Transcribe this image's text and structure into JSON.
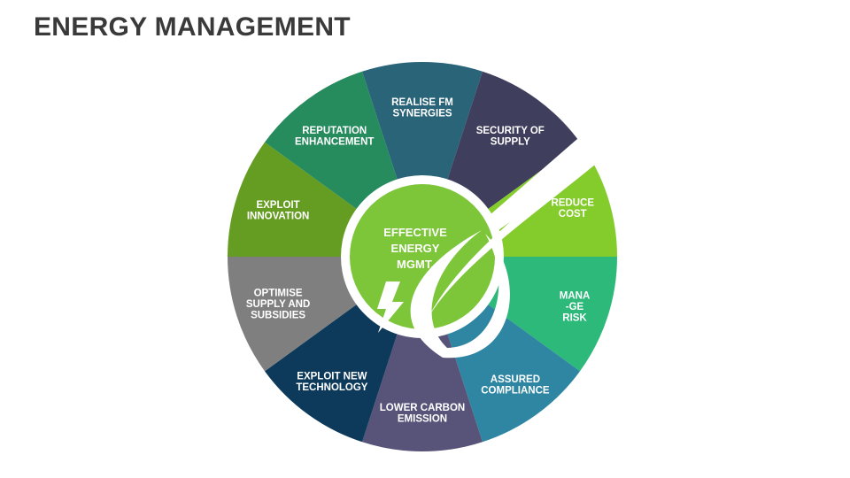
{
  "title": "ENERGY MANAGEMENT",
  "center": {
    "lines": [
      "EFFECTIVE",
      "ENERGY",
      "MGMT."
    ],
    "color": "#7DC63A"
  },
  "segments": [
    {
      "name": "realise-fm-synergies",
      "lines": [
        "REALISE FM",
        "SYNERGIES"
      ],
      "color": "#2A6478"
    },
    {
      "name": "security-of-supply",
      "lines": [
        "SECURITY OF",
        "SUPPLY"
      ],
      "color": "#3F3F5D"
    },
    {
      "name": "reduce-cost",
      "lines": [
        "REDUCE",
        "COST"
      ],
      "color": "#84CC2B"
    },
    {
      "name": "manage-risk",
      "lines": [
        "MANA",
        "-GE",
        "RISK"
      ],
      "color": "#2CB97A"
    },
    {
      "name": "assured-compliance",
      "lines": [
        "ASSURED",
        "COMPLIANCE"
      ],
      "color": "#2E86A3"
    },
    {
      "name": "lower-carbon-emission",
      "lines": [
        "LOWER CARBON",
        "EMISSION"
      ],
      "color": "#575379"
    },
    {
      "name": "exploit-new-technology",
      "lines": [
        "EXPLOIT NEW",
        "TECHNOLOGY"
      ],
      "color": "#0D3A5A"
    },
    {
      "name": "optimise-supply-and-subsidies",
      "lines": [
        "OPTIMISE",
        "SUPPLY AND",
        "SUBSIDIES"
      ],
      "color": "#7F7F7F"
    },
    {
      "name": "exploit-innovation",
      "lines": [
        "EXPLOIT",
        "INNOVATION"
      ],
      "color": "#659C22"
    },
    {
      "name": "reputation-enhancement",
      "lines": [
        "REPUTATION",
        "ENHANCEMENT"
      ],
      "color": "#268B5D"
    }
  ],
  "icons": {
    "center": "lightning-bolt-icon",
    "swoosh": "leaf-swoosh-icon"
  }
}
